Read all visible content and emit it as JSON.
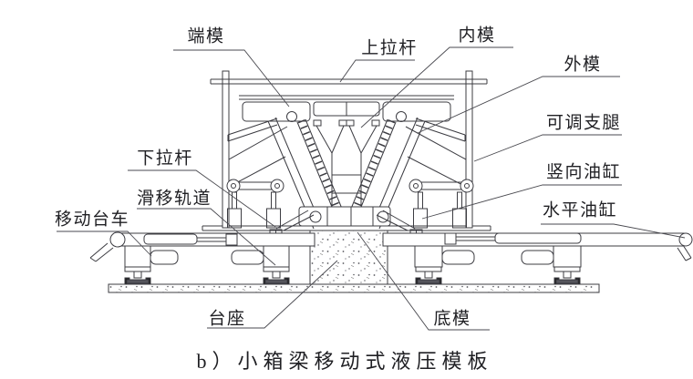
{
  "figure": {
    "caption": "b）小箱梁移动式液压模板",
    "type": "engineering-line-drawing",
    "ink_color": "#3c3c42",
    "label_color": "#1f1f23",
    "paper_color": "#ffffff"
  },
  "labels": {
    "duanmo": {
      "text": "端模"
    },
    "shanglagan": {
      "text": "上拉杆"
    },
    "neimo": {
      "text": "内模"
    },
    "waimo": {
      "text": "外模"
    },
    "ketiaozhitui": {
      "text": "可调支腿"
    },
    "shuxiangyougang": {
      "text": "竖向油缸"
    },
    "shuipingyougang": {
      "text": "水平油缸"
    },
    "xialagan": {
      "text": "下拉杆"
    },
    "huayiguidao": {
      "text": "滑移轨道"
    },
    "yidongtaiche": {
      "text": "移动台车"
    },
    "taizuo": {
      "text": "台座"
    },
    "dimo": {
      "text": "底模"
    }
  }
}
